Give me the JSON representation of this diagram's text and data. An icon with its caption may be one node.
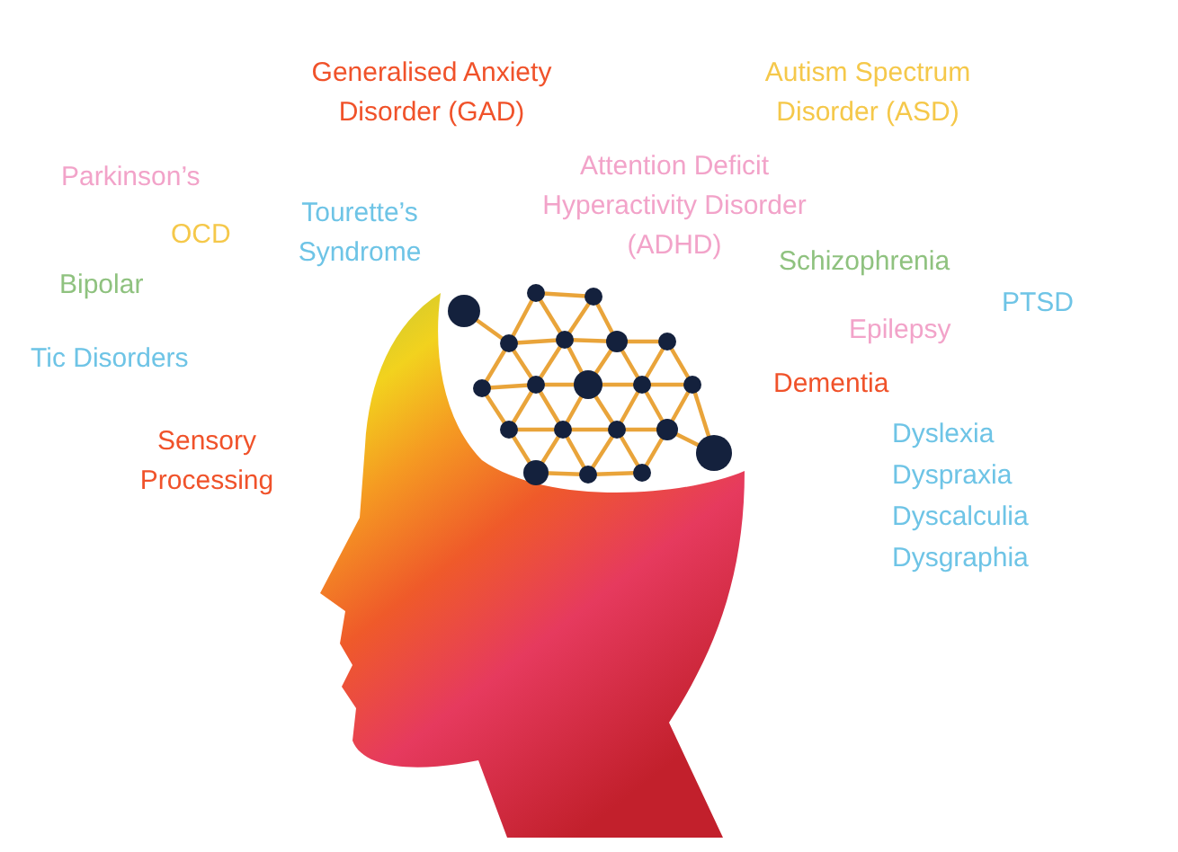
{
  "diagram": {
    "labels": [
      "Generalised Anxiety Disorder (GAD)",
      "Autism Spectrum Disorder (ASD)",
      "Parkinson’s",
      "Attention Deficit Hyperactivity Disorder (ADHD)",
      "OCD",
      "Tourette’s Syndrome",
      "Bipolar",
      "Schizophrenia",
      "PTSD",
      "Epilepsy",
      "Tic Disorders",
      "Dementia",
      "Sensory Processing",
      "Dyslexia",
      "Dyspraxia",
      "Dyscalculia",
      "Dysgraphia"
    ]
  }
}
